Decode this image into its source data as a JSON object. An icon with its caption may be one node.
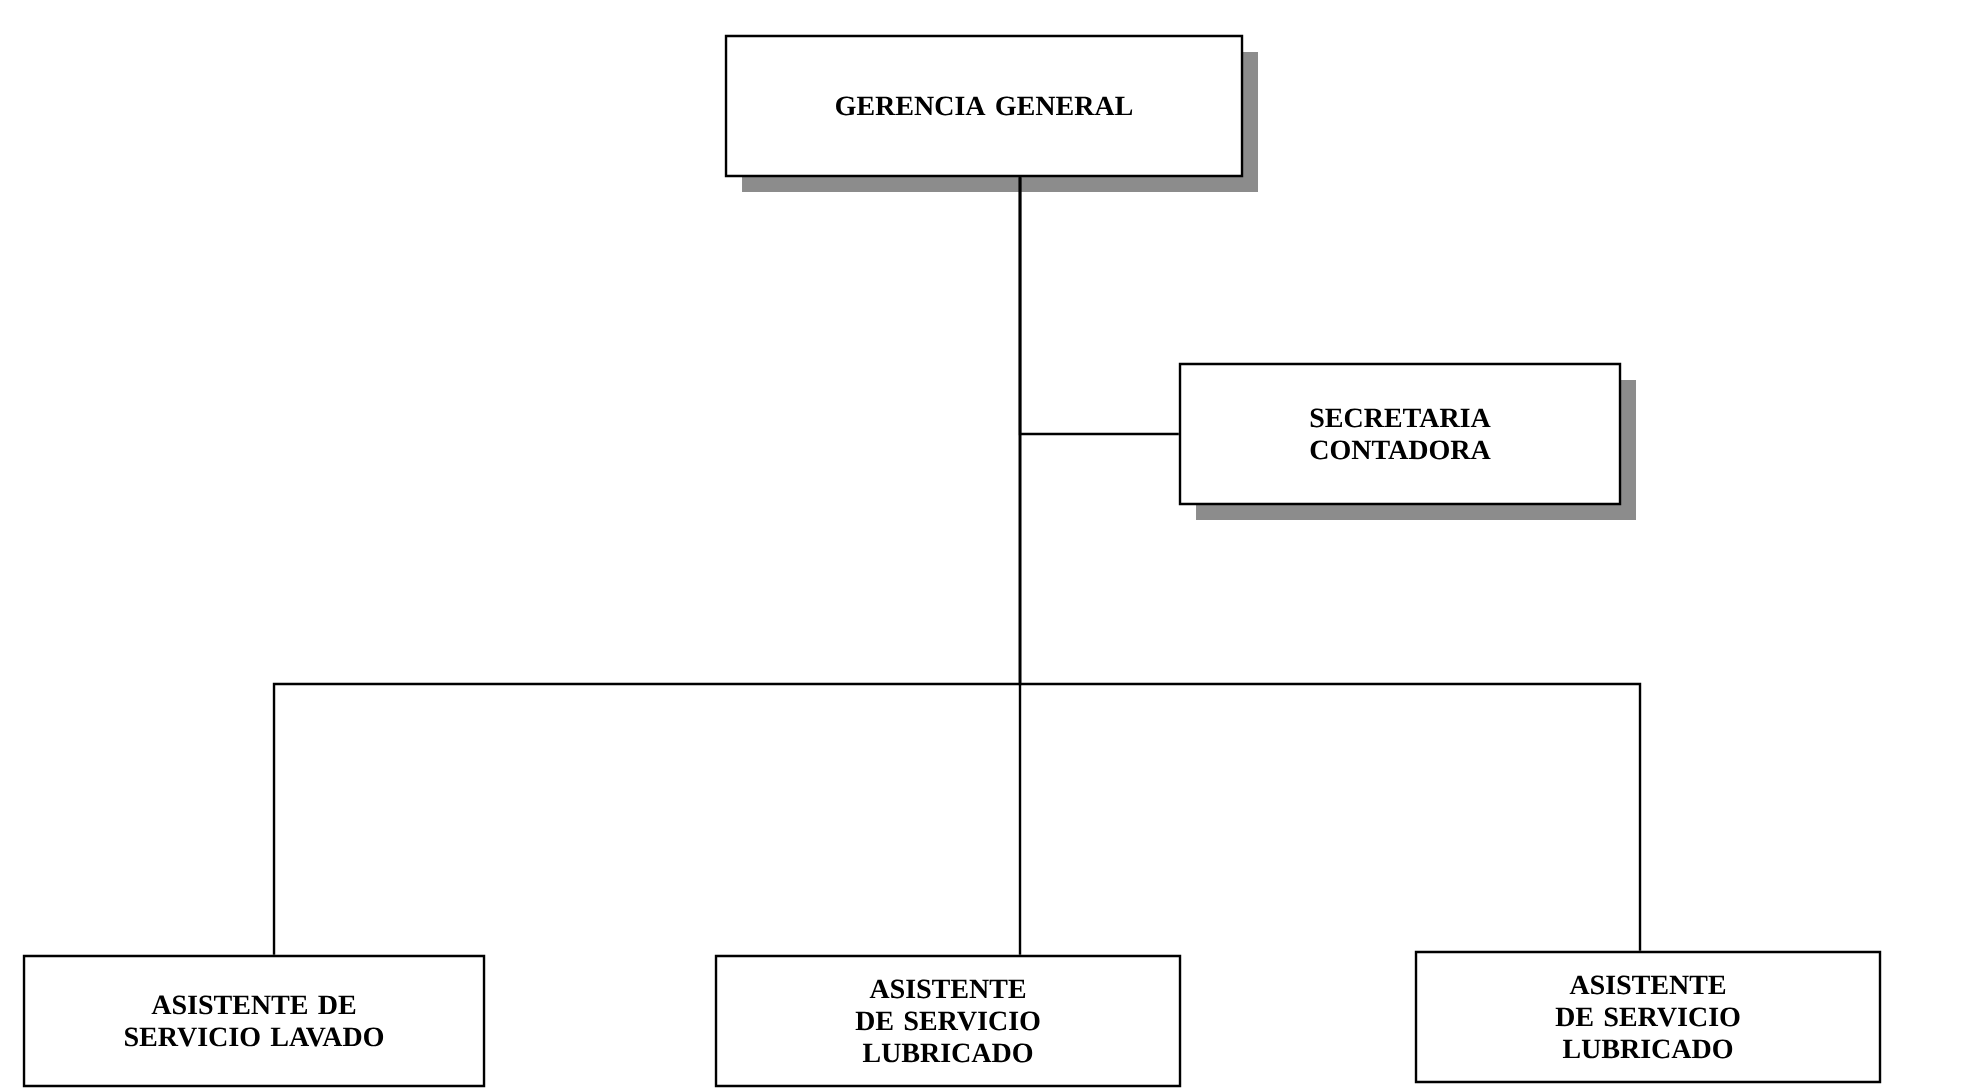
{
  "diagram": {
    "nodes": [
      {
        "text": [
          "GERENCIA GENERAL"
        ]
      },
      {
        "text": [
          "SECRETARIA CONTADORA"
        ]
      },
      {
        "text": [
          "ASISTENTE DE SERVICIO LAVADO"
        ]
      },
      {
        "text": [
          "ASISTENTE DE SERVICIO LUBRICADO"
        ]
      },
      {
        "text": [
          "ASISTENTE DE SERVICIO LUBRICADO"
        ]
      }
    ],
    "edges": [
      {
        "from": 0,
        "to": 1,
        "arrow": "none"
      },
      {
        "from": 0,
        "to": 2,
        "arrow": "none"
      },
      {
        "from": 0,
        "to": 3,
        "arrow": "none"
      },
      {
        "from": 0,
        "to": 4,
        "arrow": "none"
      }
    ]
  }
}
